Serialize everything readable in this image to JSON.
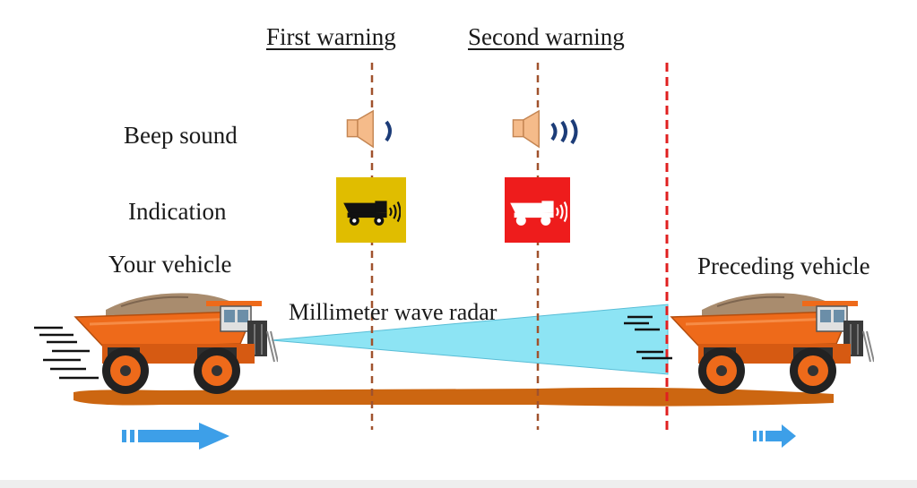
{
  "headers": {
    "first_warning": "First warning",
    "second_warning": "Second warning"
  },
  "rows": {
    "beep_sound": "Beep sound",
    "indication": "Indication"
  },
  "vehicles": {
    "your_vehicle": "Your vehicle",
    "preceding_vehicle": "Preceding vehicle"
  },
  "radar": {
    "label": "Millimeter wave radar"
  },
  "icons": {
    "speaker": "speaker-icon",
    "truck_warning": "truck-warning-icon",
    "dump_truck": "dump-truck-icon",
    "direction_arrow": "arrow-right-icon"
  },
  "colors": {
    "first_indicator": "#e0bd00",
    "second_indicator": "#ee1c1c",
    "speaker_body": "#f5bb8a",
    "sound_waves": "#1c3c78",
    "radar_beam": "#8de4f4",
    "road": "#cc6611",
    "truck_body": "#ee6a1a",
    "guide_line": "#a0522d",
    "stop_line": "#e02020",
    "arrow": "#3d9fe8"
  }
}
